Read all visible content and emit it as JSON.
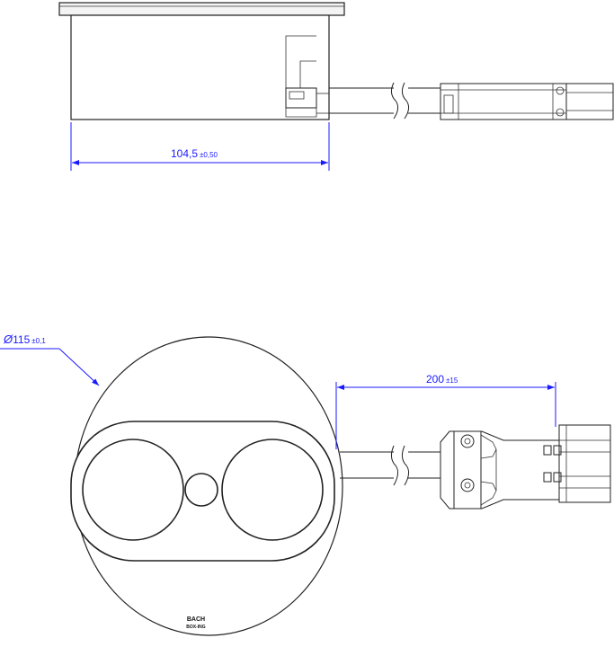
{
  "side_view": {
    "width_dimension": {
      "value": "104,5",
      "tolerance": "±0,50"
    }
  },
  "top_view": {
    "diameter_dimension": {
      "symbol": "Ø",
      "value": "115",
      "tolerance": "±0,1"
    },
    "cable_dimension": {
      "value": "200",
      "tolerance": "±15"
    },
    "logo": {
      "line1": "BACH",
      "line2": "BOX-ING"
    }
  },
  "colors": {
    "dimension": "#1a1aff",
    "drawing": "#222222",
    "background": "#ffffff"
  }
}
